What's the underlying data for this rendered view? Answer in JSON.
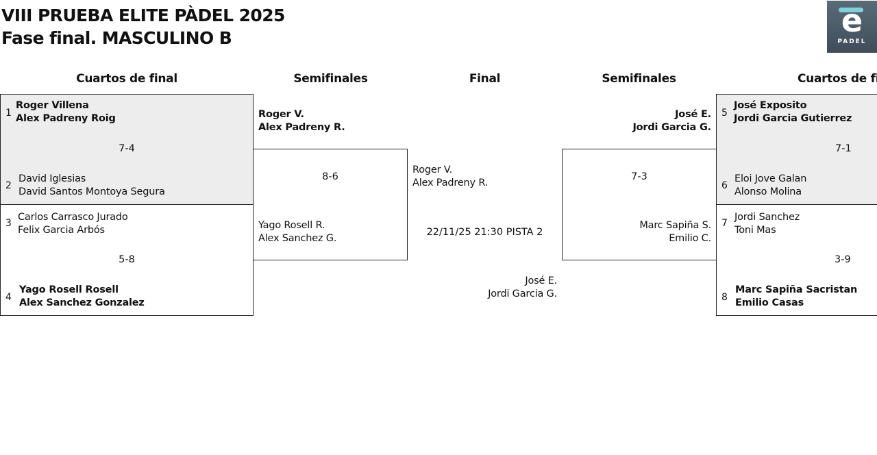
{
  "header": {
    "title_line1": "VIII PRUEBA ELITE PÀDEL 2025",
    "title_line2": "Fase final. MASCULINO B",
    "logo_letter": "e",
    "logo_text": "PADEL"
  },
  "columns": {
    "quarters_left": "Cuartos de final",
    "semis_left": "Semifinales",
    "final": "Final",
    "semis_right": "Semifinales",
    "quarters_right": "Cuartos de fin"
  },
  "quarters_left": [
    {
      "top_seed": "1",
      "top_p1": "Roger Villena",
      "top_p2": "Alex Padreny Roig",
      "score": "7-4",
      "bottom_seed": "2",
      "bottom_p1": "David Iglesias",
      "bottom_p2": "David Santos Montoya Segura"
    },
    {
      "top_seed": "3",
      "top_p1": "Carlos Carrasco Jurado",
      "top_p2": "Felix Garcia Arbós",
      "score": "5-8",
      "bottom_seed": "4",
      "bottom_p1": "Yago Rosell Rosell",
      "bottom_p2": "Alex Sanchez Gonzalez"
    }
  ],
  "semis_left": {
    "top_p1": "Roger V.",
    "top_p2": "Alex Padreny R.",
    "score": "8-6",
    "bottom_p1": "Yago Rosell R.",
    "bottom_p2": "Alex Sanchez G."
  },
  "final": {
    "top_p1": "Roger V.",
    "top_p2": "Alex Padreny R.",
    "schedule": "22/11/25 21:30 PISTA 2",
    "bottom_p1": "José E.",
    "bottom_p2": "Jordi Garcia G."
  },
  "semis_right": {
    "top_p1": "José E.",
    "top_p2": "Jordi Garcia G.",
    "score": "7-3",
    "bottom_p1": "Marc Sapiña S.",
    "bottom_p2": "Emilio C."
  },
  "quarters_right": [
    {
      "top_seed": "5",
      "top_p1": "José Exposito",
      "top_p2": "Jordi Garcia Gutierrez",
      "score": "7-1",
      "bottom_seed": "6",
      "bottom_p1": "Eloi Jove Galan",
      "bottom_p2": "Alonso Molina"
    },
    {
      "top_seed": "7",
      "top_p1": "Jordi Sanchez",
      "top_p2": "Toni Mas",
      "score": "3-9",
      "bottom_seed": "8",
      "bottom_p1": "Marc Sapiña Sacristan",
      "bottom_p2": "Emilio Casas"
    }
  ]
}
